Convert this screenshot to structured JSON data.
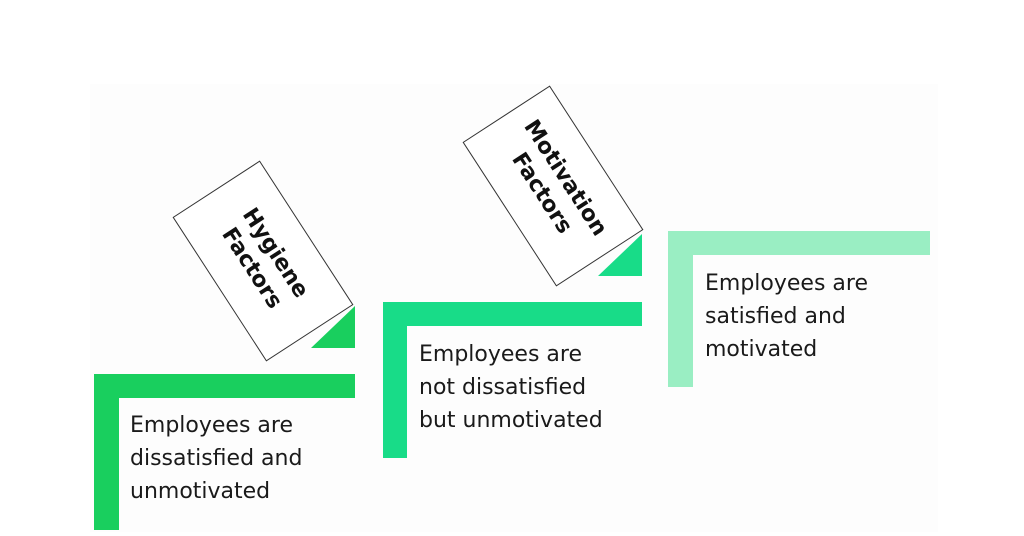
{
  "colors": {
    "step1": "#19cf5e",
    "step2": "#18dc88",
    "step3": "#9aeec3",
    "box_border": "#333333",
    "text": "#1a1a1a"
  },
  "labels": {
    "hygiene": "Hygiene\nFactors",
    "motivation": "Motivation\nFactors"
  },
  "steps": [
    {
      "lines": [
        "Employees are",
        "dissatisfied and",
        "unmotivated"
      ]
    },
    {
      "lines": [
        "Employees are",
        "not dissatisfied",
        "but unmotivated"
      ]
    },
    {
      "lines": [
        "Employees are",
        "satisfied and",
        "motivated"
      ]
    }
  ]
}
